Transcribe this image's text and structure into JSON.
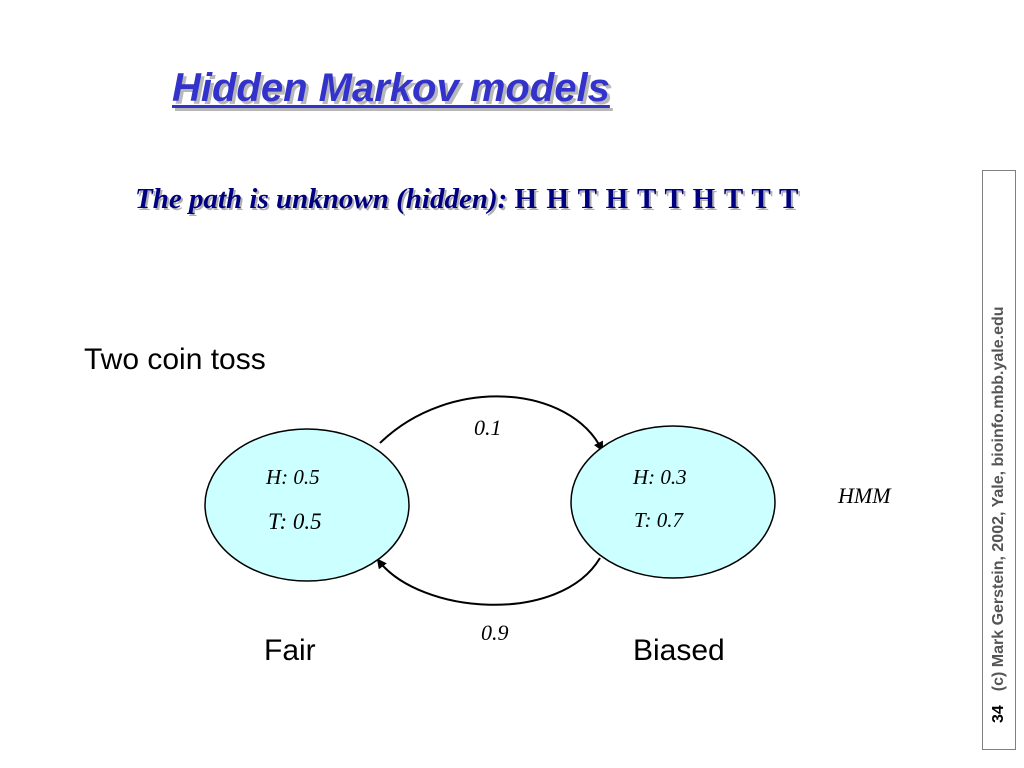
{
  "title": "Hidden Markov models",
  "subtitle": {
    "prefix": "The path is unknown (hidden): ",
    "sequence": "H H T H T T H T T T"
  },
  "heading": "Two coin toss",
  "states": [
    {
      "name": "Fair",
      "emissions": [
        "H: 0.5",
        "T: 0.5"
      ]
    },
    {
      "name": "Biased",
      "emissions": [
        "H: 0.3",
        "T: 0.7"
      ]
    }
  ],
  "transitions": [
    {
      "from": "Fair",
      "to": "Biased",
      "label": "0.1"
    },
    {
      "from": "Biased",
      "to": "Fair",
      "label": "0.9"
    }
  ],
  "model_label": "HMM",
  "footer": {
    "slide_number": "34",
    "credit": "(c) Mark Gerstein, 2002, Yale, bioinfo.mbb.yale.edu"
  },
  "colors": {
    "state_fill": "#ccffff",
    "title": "#3333cc",
    "subtitle": "#000080"
  }
}
